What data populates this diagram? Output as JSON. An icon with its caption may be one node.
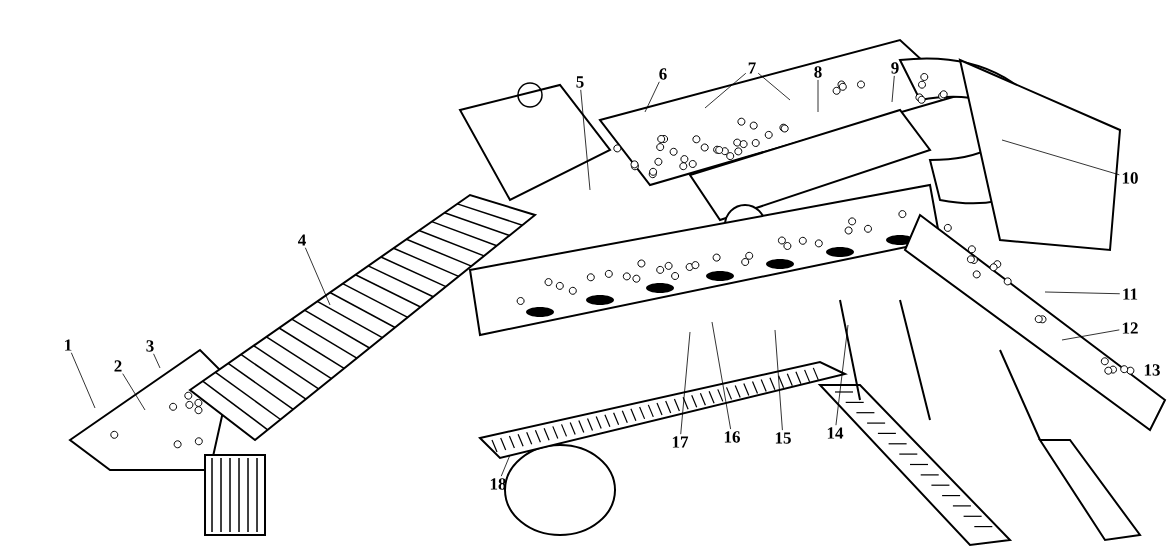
{
  "diagram": {
    "nodes": [
      {
        "text": [
          "1"
        ]
      },
      {
        "text": [
          "2"
        ]
      },
      {
        "text": [
          "3"
        ]
      },
      {
        "text": [
          "4"
        ]
      },
      {
        "text": [
          "5"
        ]
      },
      {
        "text": [
          "6"
        ]
      },
      {
        "text": [
          "7"
        ]
      },
      {
        "text": [
          "8"
        ]
      },
      {
        "text": [
          "9"
        ]
      },
      {
        "text": [
          "10"
        ]
      },
      {
        "text": [
          "11"
        ]
      },
      {
        "text": [
          "12"
        ]
      },
      {
        "text": [
          "14"
        ]
      },
      {
        "text": [
          "15"
        ]
      },
      {
        "text": [
          "16"
        ]
      },
      {
        "text": [
          "17"
        ]
      },
      {
        "text": [
          "18"
        ]
      }
    ],
    "edges": [
      {
        "from": 0,
        "to": null,
        "arrow": "none"
      },
      {
        "from": 1,
        "to": null,
        "arrow": "none"
      },
      {
        "from": 2,
        "to": null,
        "arrow": "none"
      },
      {
        "from": 3,
        "to": null,
        "arrow": "none"
      },
      {
        "from": 4,
        "to": null,
        "arrow": "none"
      },
      {
        "from": 5,
        "to": null,
        "arrow": "none"
      },
      {
        "from": 6,
        "to": null,
        "arrow": "none"
      },
      {
        "from": 6,
        "to": null,
        "arrow": "none"
      },
      {
        "from": 7,
        "to": null,
        "arrow": "none"
      },
      {
        "from": 8,
        "to": null,
        "arrow": "none"
      },
      {
        "from": 9,
        "to": null,
        "arrow": "none"
      },
      {
        "from": 10,
        "to": null,
        "arrow": "none"
      },
      {
        "from": 11,
        "to": null,
        "arrow": "none"
      },
      {
        "from": 12,
        "to": null,
        "arrow": "none"
      },
      {
        "from": 13,
        "to": null,
        "arrow": "none"
      },
      {
        "from": 14,
        "to": null,
        "arrow": "none"
      },
      {
        "from": 15,
        "to": null,
        "arrow": "none"
      },
      {
        "from": 16,
        "to": null,
        "arrow": "none"
      }
    ],
    "labels": [
      "13"
    ]
  }
}
